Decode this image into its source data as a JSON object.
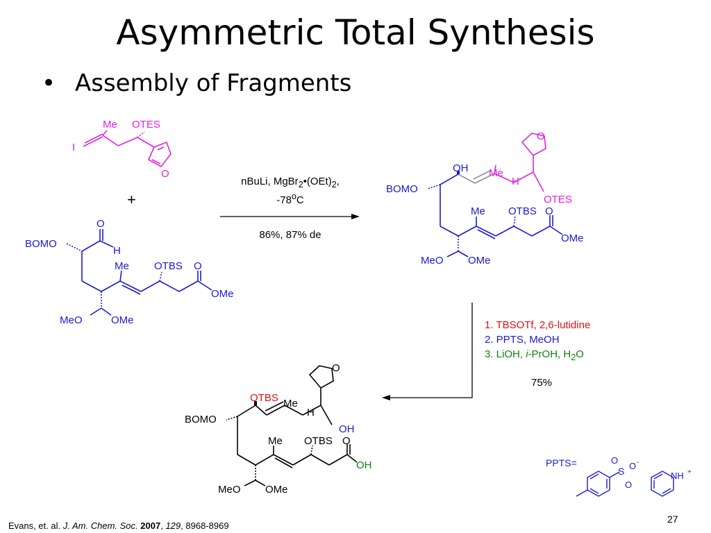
{
  "slide": {
    "title": "Asymmetric Total Synthesis",
    "bullet": "Assembly of Fragments",
    "page_number": "27"
  },
  "colors": {
    "magenta": "#e020e0",
    "blue": "#1a1ad0",
    "red": "#e01010",
    "green": "#108010",
    "gray": "#909090"
  },
  "reaction1": {
    "plus": "+",
    "reagent_part1": "nBuLi, MgBr",
    "reagent_sub1": "2",
    "reagent_part2": "•(OEt)",
    "reagent_sub2": "2",
    "reagent_part3": ",",
    "temperature": "-78",
    "temperature_sup": "o",
    "temperature_unit": "C",
    "yield": "86%, 87% de"
  },
  "fragment_a": {
    "Me": "Me",
    "OTES": "OTES",
    "I": "I",
    "O": "O"
  },
  "fragment_b": {
    "BOMO": "BOMO",
    "O": "O",
    "H": "H",
    "Me": "Me",
    "OTBS": "OTBS",
    "O2": "O",
    "OMe": "OMe",
    "MeO_acetal": "MeO",
    "OMe_acetal": "OMe"
  },
  "product1": {
    "O_furan": "O",
    "OH": "OH",
    "Me_top": "Me",
    "H": "H",
    "BOMO": "BOMO",
    "OTES": "OTES",
    "Me": "Me",
    "OTBS": "OTBS",
    "O": "O",
    "OMe": "OMe",
    "MeO_acetal": "MeO",
    "OMe_acetal": "OMe"
  },
  "steps": {
    "step1": "1. TBSOTf, 2,6-lutidine",
    "step2": "2. PPTS, MeOH",
    "step3_part1": "3. LiOH, ",
    "step3_italic": "i",
    "step3_part2": "-PrOH, H",
    "step3_sub": "2",
    "step3_part3": "O",
    "yield": "75%"
  },
  "product2": {
    "O_furan": "O",
    "OTBS_red": "OTBS",
    "Me_top": "Me",
    "H": "H",
    "BOMO": "BOMO",
    "OH_top": "OH",
    "Me": "Me",
    "OTBS": "OTBS",
    "O": "O",
    "OH": "OH",
    "MeO_acetal": "MeO",
    "OMe_acetal": "OMe"
  },
  "ppts": {
    "label": "PPTS=",
    "O1": "O",
    "S": "S",
    "O_minus": "O",
    "minus": "-",
    "O3": "O",
    "NH": "NH",
    "plus": "+"
  },
  "citation": {
    "authors": "Evans, et. al. ",
    "journal": "J. Am. Chem. Soc.",
    "year": "2007",
    "volume": "129",
    "pages": "8968-8969"
  }
}
